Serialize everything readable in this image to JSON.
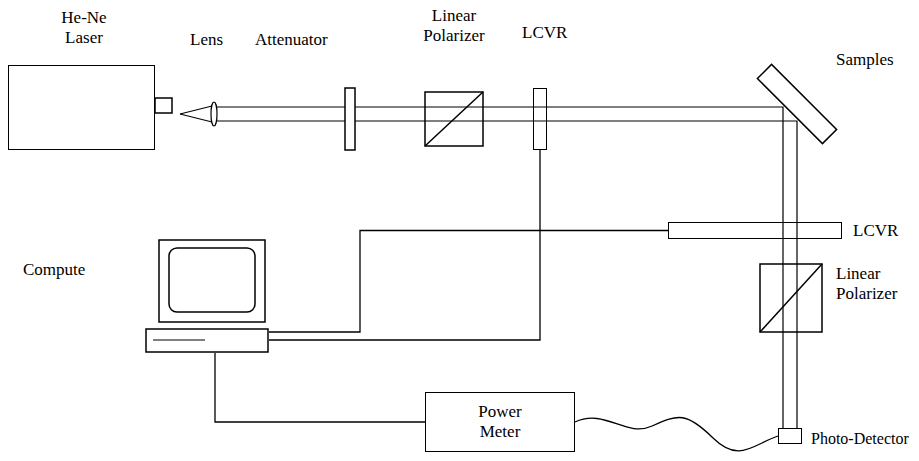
{
  "diagram": {
    "nodes": [
      {
        "text": [
          "He-Ne Laser"
        ]
      },
      {
        "text": [
          "LCVR"
        ]
      },
      {
        "text": [
          "LCVR"
        ]
      },
      {
        "text": [
          "Compute"
        ]
      },
      {
        "text": [
          "Power Meter"
        ]
      },
      {
        "text": [
          "Photo-Detector"
        ]
      }
    ],
    "edges": [
      {
        "from": 3,
        "to": 1,
        "arrow": "none"
      },
      {
        "from": 3,
        "to": 2,
        "arrow": "none"
      },
      {
        "from": 3,
        "to": 4,
        "arrow": "none"
      },
      {
        "from": 4,
        "to": 5,
        "arrow": "none"
      }
    ],
    "labels": [
      "Lens",
      "Attenuator",
      "Linear Polarizer",
      "Samples",
      "Linear Polarizer"
    ]
  }
}
